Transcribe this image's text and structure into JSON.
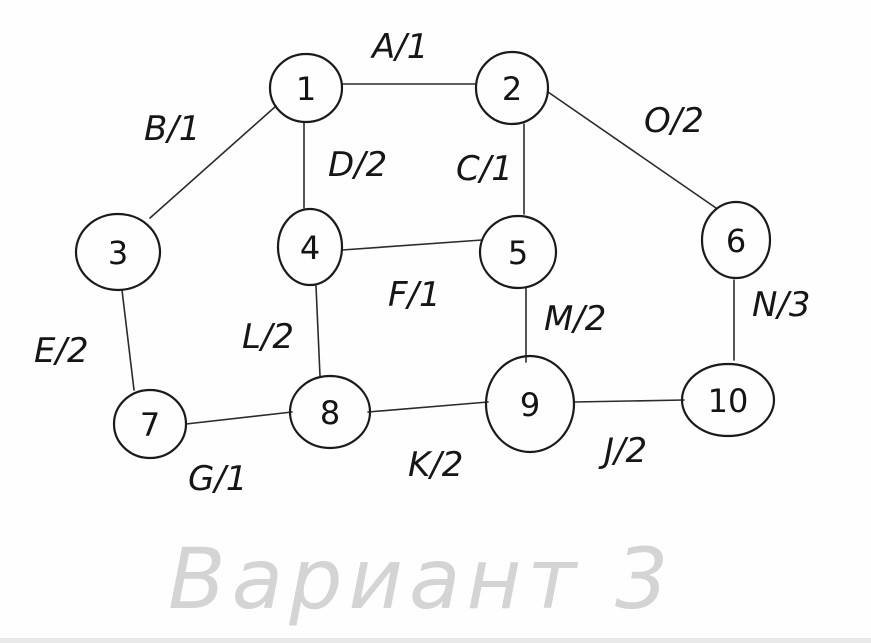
{
  "caption": "Вариант 3",
  "nodes": [
    {
      "id": "n1",
      "label": "1"
    },
    {
      "id": "n2",
      "label": "2"
    },
    {
      "id": "n3",
      "label": "3"
    },
    {
      "id": "n4",
      "label": "4"
    },
    {
      "id": "n5",
      "label": "5"
    },
    {
      "id": "n6",
      "label": "6"
    },
    {
      "id": "n7",
      "label": "7"
    },
    {
      "id": "n8",
      "label": "8"
    },
    {
      "id": "n9",
      "label": "9"
    },
    {
      "id": "n10",
      "label": "10"
    }
  ],
  "edges": [
    {
      "from": "1",
      "to": "2",
      "label": "A/1"
    },
    {
      "from": "1",
      "to": "3",
      "label": "B/1"
    },
    {
      "from": "1",
      "to": "4",
      "label": "D/2"
    },
    {
      "from": "2",
      "to": "5",
      "label": "C/1"
    },
    {
      "from": "2",
      "to": "6",
      "label": "O/2"
    },
    {
      "from": "3",
      "to": "7",
      "label": "E/2"
    },
    {
      "from": "4",
      "to": "5",
      "label": "F/1"
    },
    {
      "from": "4",
      "to": "8",
      "label": "L/2"
    },
    {
      "from": "5",
      "to": "9",
      "label": "M/2"
    },
    {
      "from": "6",
      "to": "10",
      "label": "N/3"
    },
    {
      "from": "7",
      "to": "8",
      "label": "G/1"
    },
    {
      "from": "8",
      "to": "9",
      "label": "K/2"
    },
    {
      "from": "9",
      "to": "10",
      "label": "J/2"
    }
  ]
}
